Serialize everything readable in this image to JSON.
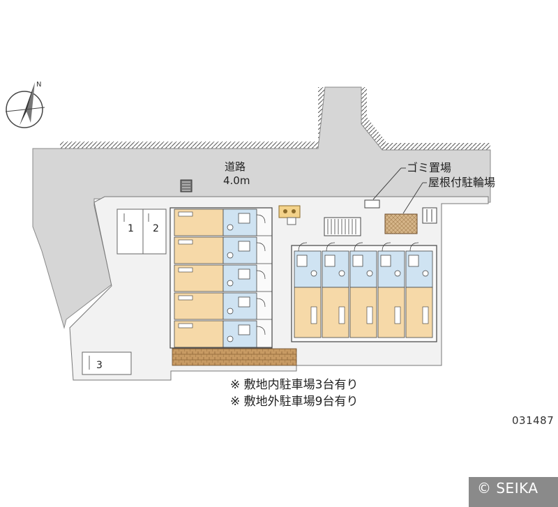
{
  "road": {
    "name": "道路",
    "width": "4.0m"
  },
  "facility_labels": {
    "garbage": "ゴミ置場",
    "bicycle_parking": "屋根付駐輪場"
  },
  "parking_spaces": [
    "1",
    "2",
    "3"
  ],
  "notes": [
    "※ 敷地内駐車場3台有り",
    "※ 敷地外駐車場9台有り"
  ],
  "property_id": "031487",
  "copyright": "© SEIKA",
  "compass": {
    "label": "N"
  },
  "colors": {
    "road": "#d6d6d6",
    "unit_room": "#f6d9a8",
    "wet_area": "#cfe3f2",
    "paving": "#c79a63",
    "bike_roof": "#d6b68a",
    "copyright_bg": "#8a8a8a"
  }
}
